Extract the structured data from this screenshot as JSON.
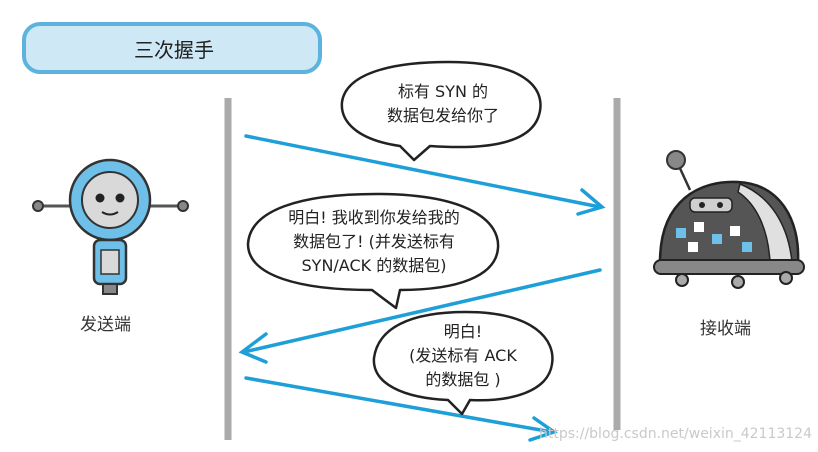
{
  "title": "三次握手",
  "sender_label": "发送端",
  "receiver_label": "接收端",
  "bubbles": {
    "syn": [
      "标有 SYN 的",
      "数据包发给你了"
    ],
    "synack": [
      "明白! 我收到你发给我的",
      "数据包了! (并发送标有",
      "SYN/ACK 的数据包)"
    ],
    "ack": [
      "明白!",
      "(发送标有 ACK",
      "的数据包 )"
    ]
  },
  "watermark": "https://blog.csdn.net/weixin_42113124",
  "colors": {
    "accent": "#1e9fd8",
    "title_fill": "#cfe8f6",
    "title_border": "#5bb3de",
    "line": "#aaaaaa"
  }
}
